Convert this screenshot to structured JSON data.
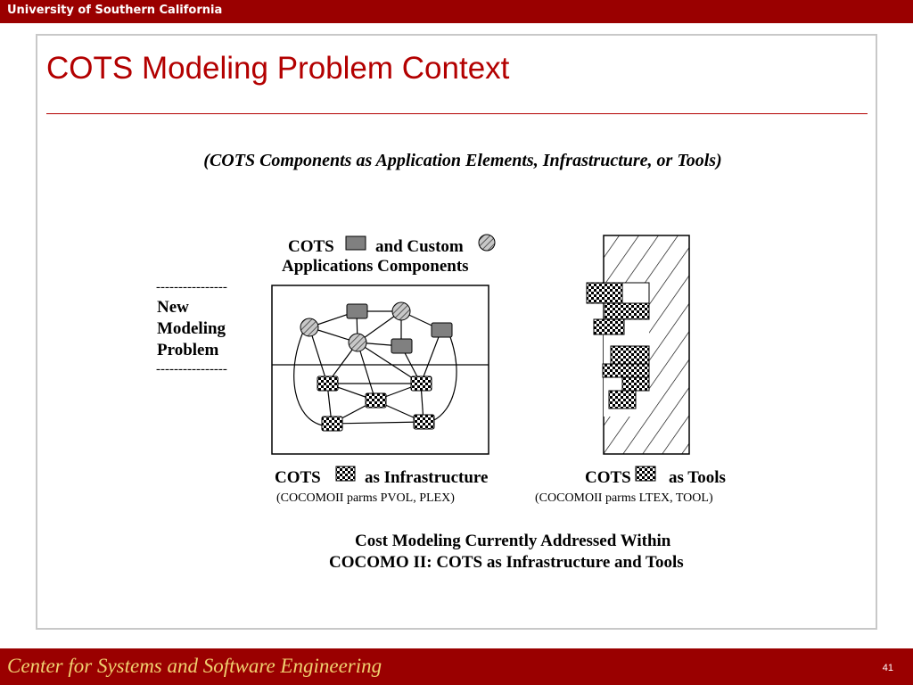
{
  "header": {
    "university": "University of Southern California"
  },
  "slide": {
    "title": "COTS Modeling Problem Context",
    "subtitle": "(COTS Components as Application Elements, Infrastructure, or Tools)",
    "apps_line1_a": "COTS",
    "apps_line1_b": "and Custom",
    "apps_line2": "Applications Components",
    "side_label": [
      "New",
      "Modeling",
      "Problem"
    ],
    "dashes": "----------------",
    "infra_label_a": "COTS",
    "infra_label_b": "as Infrastructure",
    "infra_parms": "(COCOMOII parms PVOL, PLEX)",
    "tools_label_a": "COTS",
    "tools_label_b": "as Tools",
    "tools_parms": "(COCOMOII parms LTEX, TOOL)",
    "conclusion_line1": "Cost Modeling Currently Addressed Within",
    "conclusion_line2": "COCOMO II: COTS as Infrastructure and Tools"
  },
  "footer": {
    "center": "Center for Systems and Software Engineering",
    "page_number": "41"
  },
  "colors": {
    "brand_red": "#9a0000",
    "title_red": "#b30000",
    "footer_gold": "#f0d070"
  }
}
